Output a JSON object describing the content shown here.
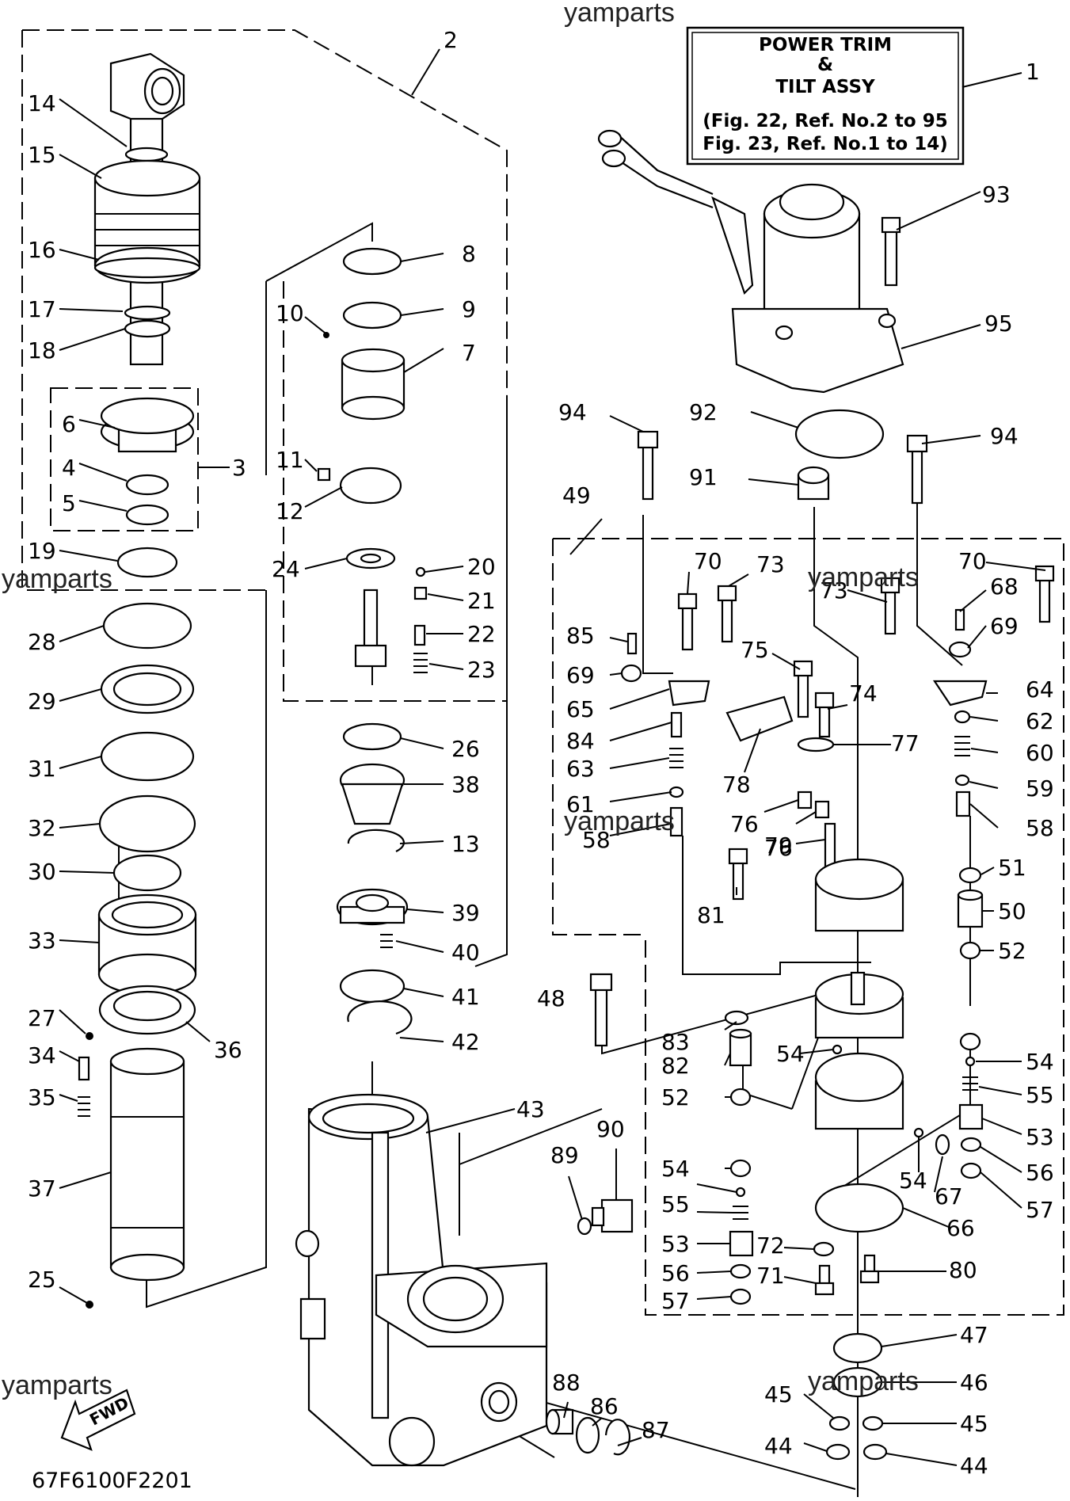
{
  "title_box": {
    "lines": [
      "POWER TRIM",
      "&",
      "TILT ASSY",
      "(Fig. 22, Ref. No.2 to 95",
      "Fig. 23, Ref. No.1 to 14)"
    ]
  },
  "diagram_code": "67F6100F2201",
  "fwd_label": "FWD",
  "watermark": "yamparts",
  "ref_numbers": {
    "n1": "1",
    "n2": "2",
    "n3": "3",
    "n4": "4",
    "n5": "5",
    "n6": "6",
    "n7": "7",
    "n8": "8",
    "n9": "9",
    "n10": "10",
    "n11": "11",
    "n12": "12",
    "n13": "13",
    "n14": "14",
    "n15": "15",
    "n16": "16",
    "n17": "17",
    "n18": "18",
    "n19": "19",
    "n20": "20",
    "n21": "21",
    "n22": "22",
    "n23": "23",
    "n24": "24",
    "n25": "25",
    "n26": "26",
    "n27": "27",
    "n28": "28",
    "n29": "29",
    "n30": "30",
    "n31": "31",
    "n32": "32",
    "n33": "33",
    "n34": "34",
    "n35": "35",
    "n36": "36",
    "n37": "37",
    "n38": "38",
    "n39": "39",
    "n40": "40",
    "n41": "41",
    "n42": "42",
    "n43": "43",
    "n44": "44",
    "n45": "45",
    "n46": "46",
    "n47": "47",
    "n48": "48",
    "n49": "49",
    "n50": "50",
    "n51": "51",
    "n52": "52",
    "n53": "53",
    "n54": "54",
    "n55": "55",
    "n56": "56",
    "n57": "57",
    "n58": "58",
    "n59": "59",
    "n60": "60",
    "n61": "61",
    "n62": "62",
    "n63": "63",
    "n64": "64",
    "n65": "65",
    "n66": "66",
    "n67": "67",
    "n68": "68",
    "n69": "69",
    "n70": "70",
    "n71": "71",
    "n72": "72",
    "n73": "73",
    "n74": "74",
    "n75": "75",
    "n76": "76",
    "n77": "77",
    "n78": "78",
    "n79": "79",
    "n80": "80",
    "n81": "81",
    "n82": "82",
    "n83": "83",
    "n84": "84",
    "n85": "85",
    "n86": "86",
    "n87": "87",
    "n88": "88",
    "n89": "89",
    "n90": "90",
    "n91": "91",
    "n92": "92",
    "n93": "93",
    "n94": "94",
    "n95": "95"
  }
}
